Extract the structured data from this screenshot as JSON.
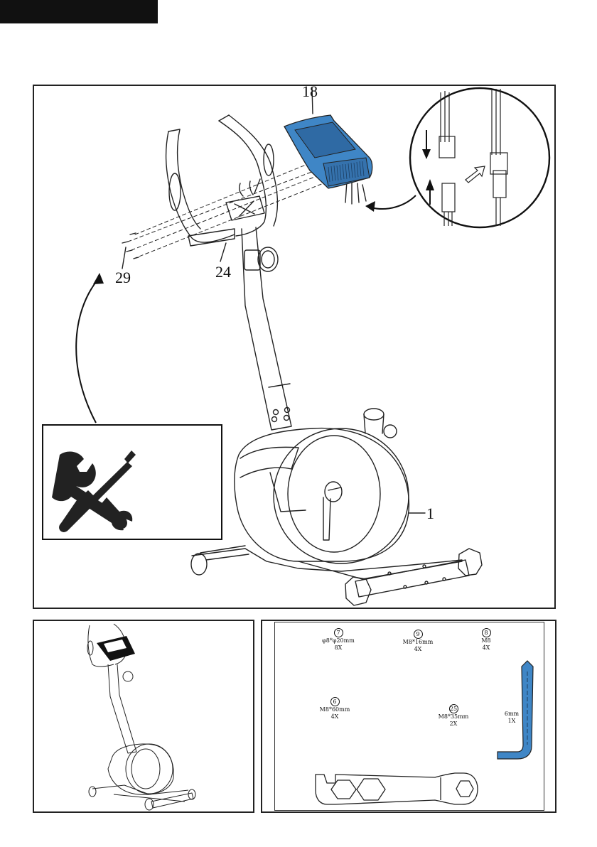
{
  "labels": {
    "console": "18",
    "bolts": "29",
    "handlebar": "24",
    "frame": "1"
  },
  "hardware": [
    {
      "num": "7",
      "size": "φ8*φ20mm",
      "qty": "8X"
    },
    {
      "num": "9",
      "size": "M8*16mm",
      "qty": "4X"
    },
    {
      "num": "8",
      "size": "M8",
      "qty": "4X"
    },
    {
      "num": "6",
      "size": "M8*60mm",
      "qty": "4X"
    },
    {
      "num": "25",
      "size": "M8*35mm",
      "qty": "2X"
    },
    {
      "num": "",
      "size": "6mm",
      "qty": "1X"
    }
  ],
  "icons": {
    "tools": "wrench-screwdriver-icon"
  },
  "colors": {
    "accent_blue": "#3f86c6",
    "line": "#222222",
    "topbar": "#111111"
  }
}
